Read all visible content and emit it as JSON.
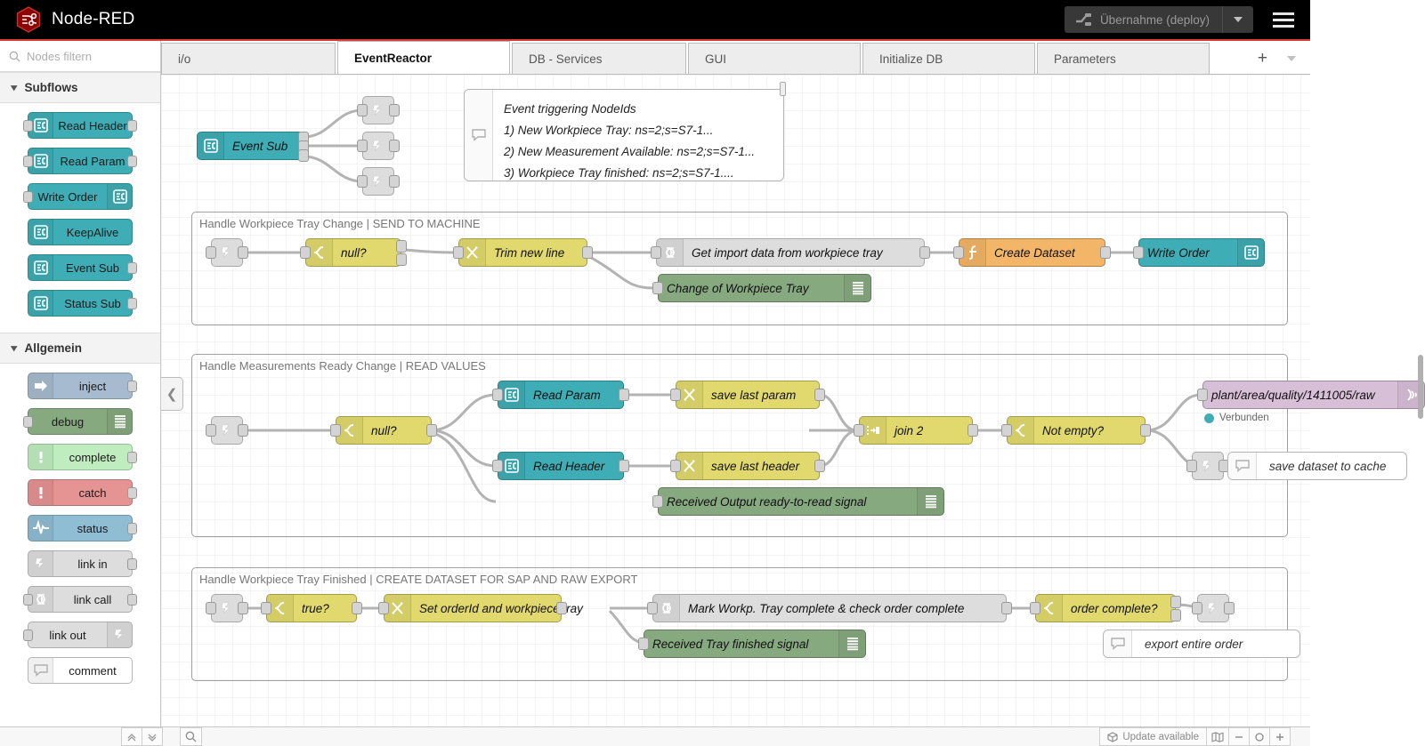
{
  "header": {
    "title": "Node-RED",
    "logo_icon": "node-red-hex-logo",
    "deploy_label": "Übernahme (deploy)",
    "deploy_icon": "deploy-icon",
    "deploy_caret_icon": "chevron-down-icon",
    "menu_icon": "hamburger-menu-icon"
  },
  "palette": {
    "search_placeholder": "Nodes filtern",
    "search_icon": "search-icon",
    "categories": [
      {
        "name": "Subflows",
        "chevron_icon": "chevron-down-icon",
        "nodes": [
          {
            "label": "Read Header",
            "icon": "subflow-icon",
            "color": "#3FADB5",
            "icon_side": "left",
            "in": true,
            "out": true
          },
          {
            "label": "Read Param",
            "icon": "subflow-icon",
            "color": "#3FADB5",
            "icon_side": "left",
            "in": true,
            "out": true
          },
          {
            "label": "Write Order",
            "icon": "subflow-icon",
            "color": "#3FADB5",
            "icon_side": "right",
            "in": true,
            "out": false
          },
          {
            "label": "KeepAlive",
            "icon": "subflow-icon",
            "color": "#3FADB5",
            "icon_side": "left",
            "in": false,
            "out": false
          },
          {
            "label": "Event Sub",
            "icon": "subflow-icon",
            "color": "#3FADB5",
            "icon_side": "left",
            "in": false,
            "out": true
          },
          {
            "label": "Status Sub",
            "icon": "subflow-icon",
            "color": "#3FADB5",
            "icon_side": "left",
            "in": false,
            "out": true
          }
        ]
      },
      {
        "name": "Allgemein",
        "chevron_icon": "chevron-down-icon",
        "nodes": [
          {
            "label": "inject",
            "icon": "inject-arrow-icon",
            "color": "#a6bbcf",
            "icon_side": "left",
            "in": false,
            "out": true
          },
          {
            "label": "debug",
            "icon": "debug-lines-icon",
            "color": "#87a980",
            "icon_side": "right",
            "in": true,
            "out": false
          },
          {
            "label": "complete",
            "icon": "exclamation-icon",
            "color": "#c0edc0",
            "icon_side": "left",
            "in": false,
            "out": true
          },
          {
            "label": "catch",
            "icon": "exclamation-icon",
            "color": "#e69393",
            "icon_side": "left",
            "in": false,
            "out": true
          },
          {
            "label": "status",
            "icon": "pulse-wave-icon",
            "color": "#8fbdd3",
            "icon_side": "left",
            "in": false,
            "out": true
          },
          {
            "label": "link in",
            "icon": "link-icon",
            "color": "#dddddd",
            "icon_side": "left",
            "in": false,
            "out": true
          },
          {
            "label": "link call",
            "icon": "link-call-icon",
            "color": "#dddddd",
            "icon_side": "left",
            "in": true,
            "out": true
          },
          {
            "label": "link out",
            "icon": "link-icon",
            "color": "#dddddd",
            "icon_side": "right",
            "in": true,
            "out": false
          },
          {
            "label": "comment",
            "icon": "comment-icon",
            "color": "#ffffff",
            "icon_side": "left",
            "in": false,
            "out": false
          }
        ]
      }
    ]
  },
  "tabs": {
    "items": [
      {
        "label": "i/o",
        "active": false
      },
      {
        "label": "EventReactor",
        "active": true
      },
      {
        "label": "DB - Services",
        "active": false
      },
      {
        "label": "GUI",
        "active": false
      },
      {
        "label": "Initialize DB",
        "active": false
      },
      {
        "label": "Parameters",
        "active": false
      }
    ],
    "add_label": "+",
    "add_icon": "plus-icon",
    "more_icon": "chevron-down-icon"
  },
  "canvas": {
    "collapse_icon": "chevron-left-icon",
    "top_nodes": [
      {
        "id": "event-sub",
        "label": "Event Sub",
        "icon": "subflow-icon",
        "color": "#3FADB5",
        "icon_side": "left"
      },
      {
        "id": "link-out-1",
        "label": "",
        "icon": "link-out-icon",
        "color": "#dddddd"
      },
      {
        "id": "link-out-2",
        "label": "",
        "icon": "link-out-icon",
        "color": "#dddddd"
      },
      {
        "id": "link-out-3",
        "label": "",
        "icon": "link-out-icon",
        "color": "#dddddd"
      }
    ],
    "comment_note": {
      "icon": "comment-icon",
      "lines": [
        "Event triggering NodeIds",
        "1) New Workpiece Tray: ns=2;s=S7-1...",
        "2) New Measurement Available: ns=2;s=S7-1...",
        "3) Workpiece Tray finished: ns=2;s=S7-1...."
      ]
    },
    "groups": [
      {
        "id": "group-workpiece-tray-change",
        "label": "Handle Workpiece Tray Change | SEND TO MACHINE",
        "nodes": [
          {
            "id": "g1-link-in",
            "label": "",
            "icon": "link-in-icon",
            "color": "#dddddd"
          },
          {
            "id": "g1-switch",
            "label": "null?",
            "icon": "switch-icon",
            "color": "#E2D96E"
          },
          {
            "id": "g1-change",
            "label": "Trim new line",
            "icon": "change-icon",
            "color": "#E2D96E"
          },
          {
            "id": "g1-linkcall",
            "label": "Get import data from workpiece tray",
            "icon": "link-call-icon",
            "color": "#dddddd"
          },
          {
            "id": "g1-function",
            "label": "Create Dataset",
            "icon": "function-icon",
            "color": "#f3b567"
          },
          {
            "id": "g1-writeorder",
            "label": "Write Order",
            "icon": "subflow-icon",
            "color": "#3FADB5"
          },
          {
            "id": "g1-debug",
            "label": "Change of Workpiece Tray",
            "icon": "debug-lines-icon",
            "color": "#87a980"
          }
        ]
      },
      {
        "id": "group-measurements-ready",
        "label": "Handle Measurements Ready Change | READ VALUES",
        "nodes": [
          {
            "id": "g2-link-in",
            "label": "",
            "icon": "link-in-icon",
            "color": "#dddddd"
          },
          {
            "id": "g2-switch",
            "label": "null?",
            "icon": "switch-icon",
            "color": "#E2D96E"
          },
          {
            "id": "g2-read-param",
            "label": "Read Param",
            "icon": "subflow-icon",
            "color": "#3FADB5"
          },
          {
            "id": "g2-read-header",
            "label": "Read Header",
            "icon": "subflow-icon",
            "color": "#3FADB5"
          },
          {
            "id": "g2-save-param",
            "label": "save last param",
            "icon": "change-icon",
            "color": "#E2D96E"
          },
          {
            "id": "g2-save-header",
            "label": "save last header",
            "icon": "change-icon",
            "color": "#E2D96E"
          },
          {
            "id": "g2-join",
            "label": "join 2",
            "icon": "join-icon",
            "color": "#E2D96E"
          },
          {
            "id": "g2-notempty",
            "label": "Not empty?",
            "icon": "switch-icon",
            "color": "#E2D96E"
          },
          {
            "id": "g2-mqtt",
            "label": "plant/area/quality/1411005/raw",
            "icon": "mqtt-icon",
            "color": "#d8bfd8",
            "status": "Verbunden",
            "status_color": "#3FADB5"
          },
          {
            "id": "g2-linkout",
            "label": "",
            "icon": "link-out-icon",
            "color": "#dddddd"
          },
          {
            "id": "g2-comment",
            "label": "save dataset to cache",
            "icon": "comment-icon",
            "color": "#ffffff"
          },
          {
            "id": "g2-debug",
            "label": "Received Output ready-to-read signal",
            "icon": "debug-lines-icon",
            "color": "#87a980"
          }
        ]
      },
      {
        "id": "group-tray-finished",
        "label": "Handle Workpiece Tray Finished | CREATE DATASET FOR SAP AND RAW EXPORT",
        "nodes": [
          {
            "id": "g3-link-in",
            "label": "",
            "icon": "link-in-icon",
            "color": "#dddddd"
          },
          {
            "id": "g3-switch",
            "label": "true?",
            "icon": "switch-icon",
            "color": "#E2D96E"
          },
          {
            "id": "g3-change",
            "label": "Set orderId and workpiece tray",
            "icon": "change-icon",
            "color": "#E2D96E"
          },
          {
            "id": "g3-linkcall",
            "label": "Mark Workp. Tray complete & check order complete",
            "icon": "link-call-icon",
            "color": "#dddddd"
          },
          {
            "id": "g3-switch2",
            "label": "order complete?",
            "icon": "switch-icon",
            "color": "#E2D96E"
          },
          {
            "id": "g3-linkout",
            "label": "",
            "icon": "link-out-icon",
            "color": "#dddddd"
          },
          {
            "id": "g3-comment",
            "label": "export entire order",
            "icon": "comment-icon",
            "color": "#ffffff"
          },
          {
            "id": "g3-debug",
            "label": "Received Tray finished signal",
            "icon": "debug-lines-icon",
            "color": "#87a980"
          }
        ]
      }
    ]
  },
  "footer": {
    "collapse_all_icon": "chevrons-up-icon",
    "expand_all_icon": "chevrons-down-icon",
    "search_icon": "search-icon",
    "update_label": "Update available",
    "update_icon": "cube-icon",
    "navigator_icon": "map-icon",
    "zoom_out_icon": "minus-icon",
    "zoom_reset_icon": "circle-icon",
    "zoom_in_icon": "plus-icon"
  }
}
